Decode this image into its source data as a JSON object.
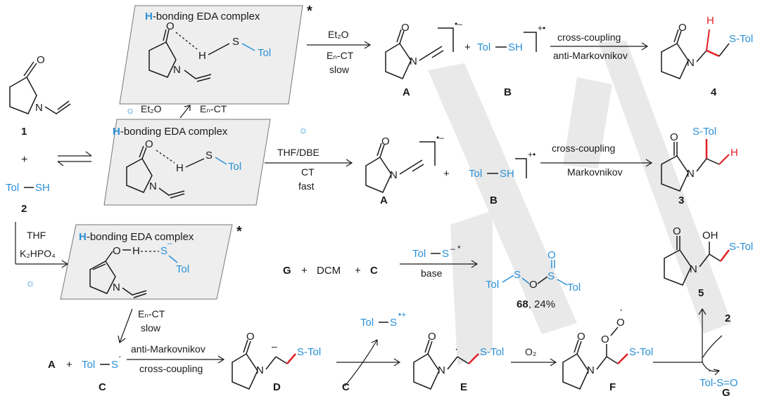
{
  "boxes": {
    "top_title_h": "H",
    "top_title_rest": "-bonding EDA complex",
    "mid_title_h": "H",
    "mid_title_rest": "-bonding EDA complex",
    "bot_title_h": "H",
    "bot_title_rest": "-bonding EDA complex",
    "star": "*"
  },
  "labels": {
    "compound_1": "1",
    "compound_2": "2",
    "compound_3": "3",
    "compound_4": "4",
    "compound_5": "5",
    "compound_68": "68",
    "yield_68": ", 24%",
    "A": "A",
    "B": "B",
    "C": "C",
    "D": "D",
    "E": "E",
    "F": "F",
    "G": "G",
    "plus": "+",
    "tol_sh": "Tol—SH",
    "tol": "Tol",
    "s": "S",
    "sh": "SH",
    "h": "H",
    "o": "O",
    "n": "N",
    "oh": "OH",
    "s_tol": "S-Tol",
    "tol_s_o": "Tol-S=O",
    "radical_anion": "•–",
    "radical_cation": "+•",
    "dcm": "DCM"
  },
  "conditions": {
    "et2o": "Et₂O",
    "en_ct": "Eₙ-CT",
    "slow": "slow",
    "fast": "fast",
    "ct": "CT",
    "thf_dbe": "THF/DBE",
    "thf": "THF",
    "k2hpo4": "K₂HPO₄",
    "cross_coupling": "cross-coupling",
    "anti_markovnikov": "anti-Markovnikov",
    "markovnikov": "Markovnikov",
    "base": "base",
    "o2": "O₂"
  },
  "colors": {
    "accent_blue": "#2a8fd6",
    "new_bond_red": "#e31e24",
    "box_fill": "#eeeeee",
    "watermark": "#d9d9d9"
  }
}
